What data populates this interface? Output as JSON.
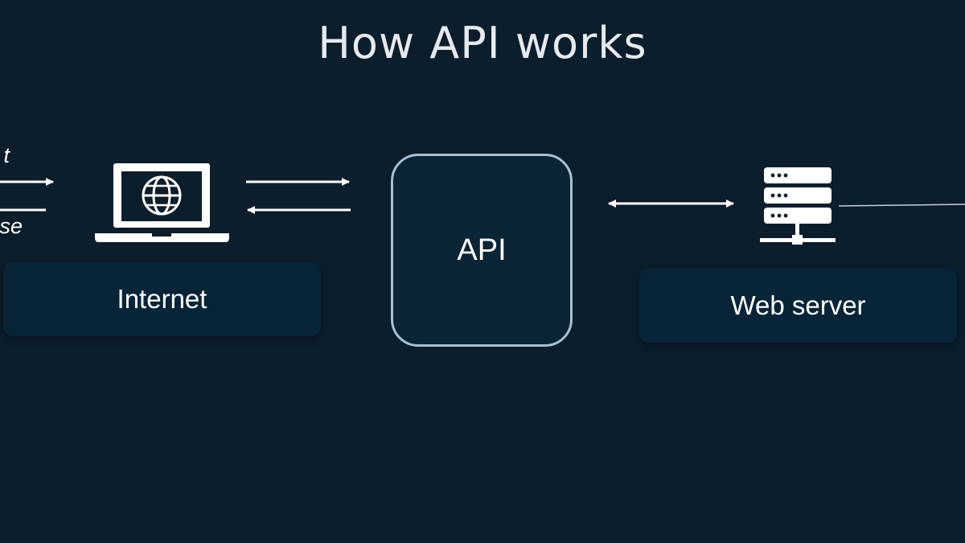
{
  "title": "How API works",
  "edge_labels": {
    "request": "t",
    "response": "se"
  },
  "nodes": {
    "internet": "Internet",
    "api": "API",
    "web_server": "Web server"
  },
  "icons": {
    "laptop": "laptop-globe-icon",
    "server": "server-rack-icon"
  },
  "colors": {
    "background": "#0c1d2c",
    "box": "#082538",
    "api_border": "#a9c1d1",
    "foreground": "#ffffff"
  }
}
